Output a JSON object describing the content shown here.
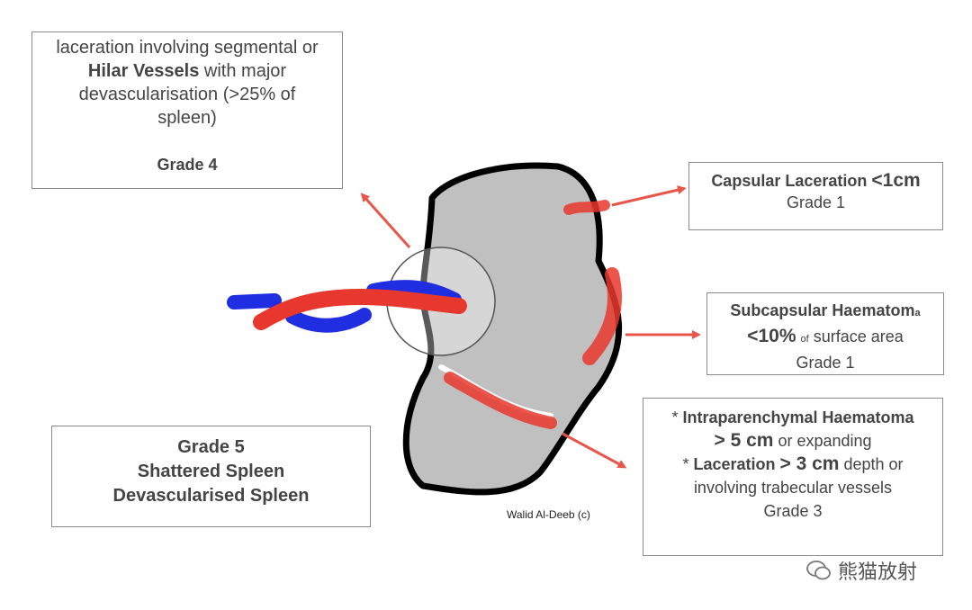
{
  "grade4": {
    "line1": "laceration involving segmental or",
    "bold": "Hilar Vessels",
    "line2_rest": " with major",
    "line3": "devascularisation (>25% of",
    "line4": "spleen)",
    "grade": "Grade 4"
  },
  "grade1_laceration": {
    "title": "Capsular Laceration",
    "size": "<1cm",
    "grade": "Grade 1"
  },
  "grade1_haematoma": {
    "title": "Subcapsular Haematom",
    "title_suffix": "a",
    "pct": "<10%",
    "of": "of",
    "rest": " surface area",
    "grade": "Grade 1"
  },
  "grade3": {
    "star1": "* ",
    "title1": "Intraparenchymal Haematoma",
    "size1": "> 5 cm",
    "rest1": " or expanding",
    "star2": "* ",
    "title2": "Laceration",
    "size2": "> 3 cm",
    "rest2": " depth or",
    "line4": "involving trabecular vessels",
    "grade": "Grade 3"
  },
  "grade5": {
    "line1": "Grade 5",
    "line2": "Shattered Spleen",
    "line3": "Devascularised Spleen"
  },
  "author": "Walid Al-Deeb (c)",
  "watermark": "熊猫放射",
  "colors": {
    "spleen_fill": "#c0c0c0",
    "outline": "#000000",
    "blood": "#e8372c",
    "vein": "#1f2ee0",
    "arrow": "#e8564a",
    "box_border": "#8a8a8a"
  }
}
